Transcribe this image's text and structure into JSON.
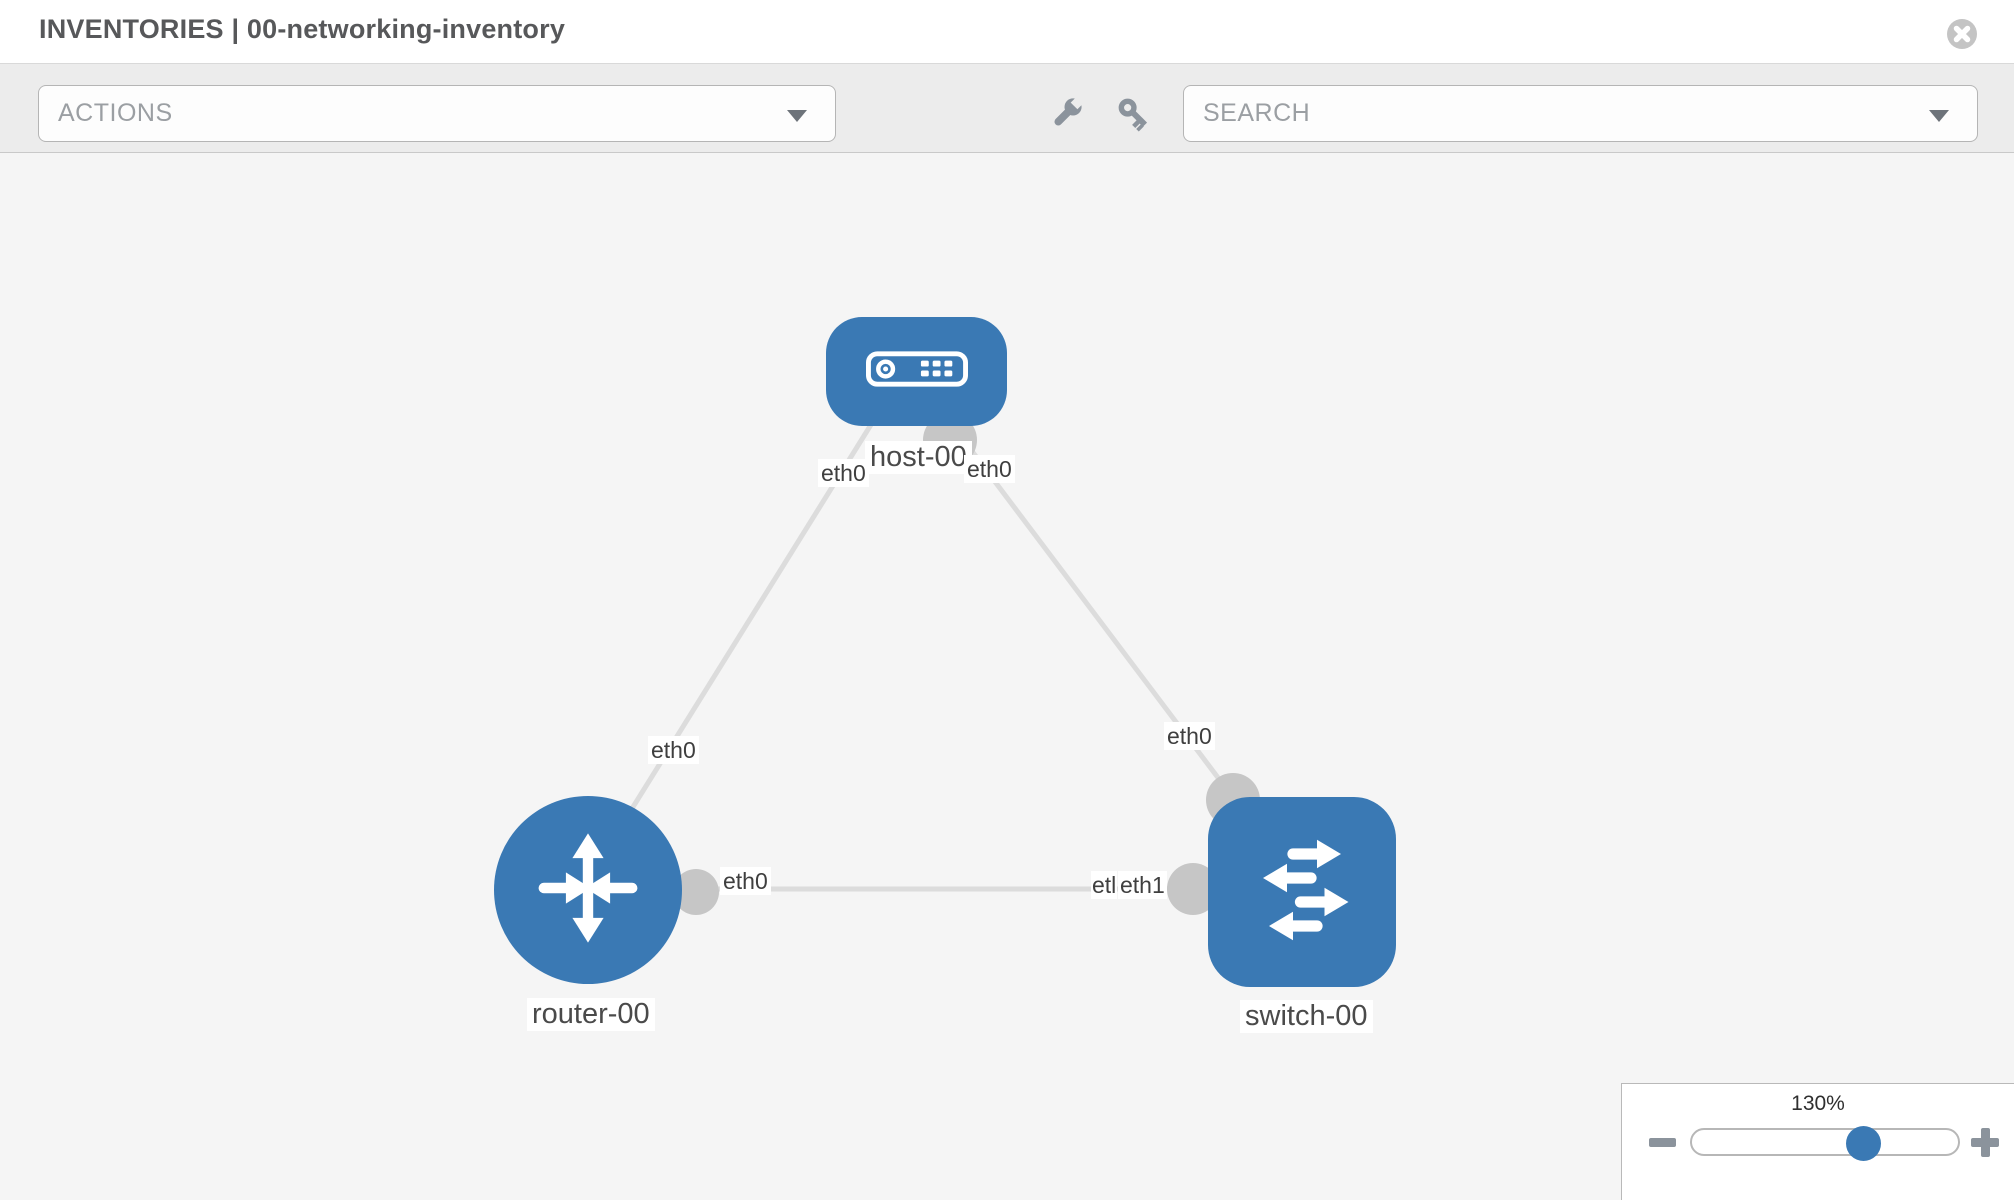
{
  "header": {
    "title": "INVENTORIES | 00-networking-inventory"
  },
  "toolbar": {
    "actions_placeholder": "ACTIONS",
    "search_placeholder": "SEARCH",
    "icons": [
      "wrench-icon",
      "key-icon"
    ],
    "dropdown_caret_icon": "chevron-down-icon"
  },
  "topology": {
    "nodes": [
      {
        "id": "host-00",
        "type": "host",
        "label": "host-00",
        "icon": "server-icon"
      },
      {
        "id": "router-00",
        "type": "router",
        "label": "router-00",
        "icon": "router-arrows-icon"
      },
      {
        "id": "switch-00",
        "type": "switch",
        "label": "switch-00",
        "icon": "switch-arrows-icon"
      }
    ],
    "links": [
      {
        "source": "host-00",
        "target": "router-00",
        "source_interface": "eth0",
        "target_interface": "eth0"
      },
      {
        "source": "host-00",
        "target": "switch-00",
        "source_interface": "eth0",
        "target_interface": "eth0"
      },
      {
        "source": "router-00",
        "target": "switch-00",
        "source_interface": "eth0",
        "target_interface": "eth1",
        "target_interface_occluded_text": "etl"
      }
    ]
  },
  "zoom": {
    "level": "130%",
    "minus_icon": "minus-icon",
    "plus_icon": "plus-icon"
  },
  "colors": {
    "node_blue": "#3a79b4",
    "link_gray": "#dcdcdc",
    "port_gray": "#c6c6c6",
    "toolbar_bg": "#ececec",
    "graph_bg": "#f5f5f5"
  }
}
